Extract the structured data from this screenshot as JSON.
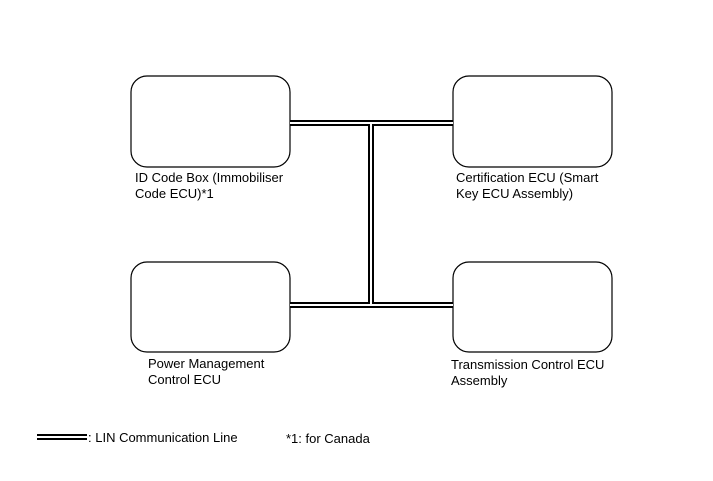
{
  "diagram": {
    "components": [
      {
        "id": "id-code-box",
        "label": "ID Code Box (Immobiliser\nCode ECU)*1"
      },
      {
        "id": "certification-ecu",
        "label": "Certification ECU (Smart\nKey ECU Assembly)"
      },
      {
        "id": "power-management-ecu",
        "label": "Power Management\nControl ECU"
      },
      {
        "id": "transmission-control-ecu",
        "label": "Transmission Control ECU\nAssembly"
      }
    ],
    "connections": [
      {
        "from": "id-code-box",
        "to": "bus",
        "type": "LIN"
      },
      {
        "from": "certification-ecu",
        "to": "bus",
        "type": "LIN"
      },
      {
        "from": "power-management-ecu",
        "to": "bus",
        "type": "LIN"
      },
      {
        "from": "transmission-control-ecu",
        "to": "bus",
        "type": "LIN"
      }
    ]
  },
  "legend": {
    "line_label": ": LIN Communication Line",
    "footnote": "*1: for Canada"
  }
}
